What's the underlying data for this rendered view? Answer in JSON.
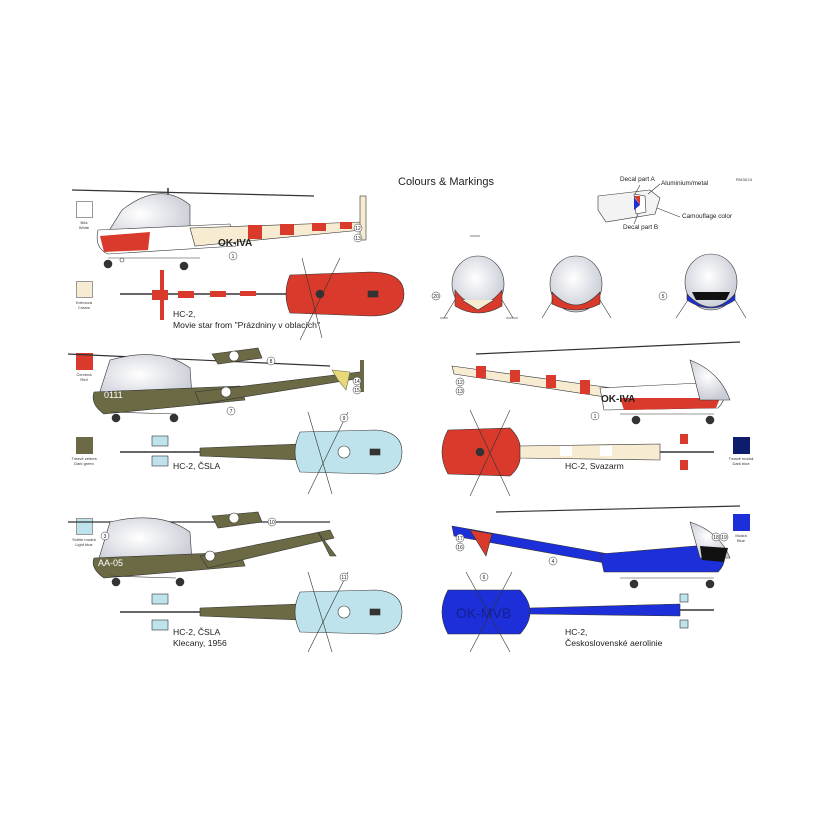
{
  "sheet": {
    "title": "Colours & Markings",
    "code": "RM3024"
  },
  "legend": {
    "decal_a": "Decal part A",
    "aluminium": "Aluminium/metal",
    "camouflage": "Camouflage color",
    "decal_b": "Decal part B"
  },
  "swatches": [
    {
      "line1": "Bílá",
      "line2": "White",
      "color": "#ffffff"
    },
    {
      "line1": "Krémová",
      "line2": "Cream",
      "color": "#f7ecd2"
    },
    {
      "line1": "Červená",
      "line2": "Red",
      "color": "#d93a2c"
    },
    {
      "line1": "Tmavě zelená",
      "line2": "Dark green",
      "color": "#6b6a45"
    },
    {
      "line1": "Světle modrá",
      "line2": "Light blue",
      "color": "#bfe3ec"
    },
    {
      "line1": "Tmavě modrá",
      "line2": "Dark blue",
      "color": "#0e1d6b"
    },
    {
      "line1": "Modrá",
      "line2": "Blue",
      "color": "#1c2fd8"
    }
  ],
  "captions": {
    "c1_line1": "HC-2,",
    "c1_line2": "Movie star from \"Prázdniny v oblacích\"",
    "c2": "HC-2, ČSLA",
    "c3": "HC-2, Svazarm",
    "c4_line1": "HC-2, ČSLA",
    "c4_line2": "Klecany, 1956",
    "c5_line1": "HC-2,",
    "c5_line2": "Československé aerolinie"
  },
  "registrations": {
    "okiva": "OK-IVA",
    "okiva2": "OK-IVA",
    "n0111": "0111",
    "aa05": "AA-05",
    "okmvb": "OK-MVB"
  },
  "callouts": [
    "1",
    "12",
    "13",
    "20",
    "5",
    "8",
    "7",
    "14",
    "15",
    "9",
    "12",
    "13",
    "1",
    "3",
    "10",
    "11",
    "17",
    "16",
    "4",
    "6",
    "18",
    "19"
  ],
  "colors": {
    "red": "#d93a2c",
    "cream": "#f7ecd2",
    "olive": "#6b6a45",
    "lightblue": "#bfe3ec",
    "blue": "#1c2fd8",
    "darkblue": "#0e1d6b",
    "white": "#ffffff"
  }
}
